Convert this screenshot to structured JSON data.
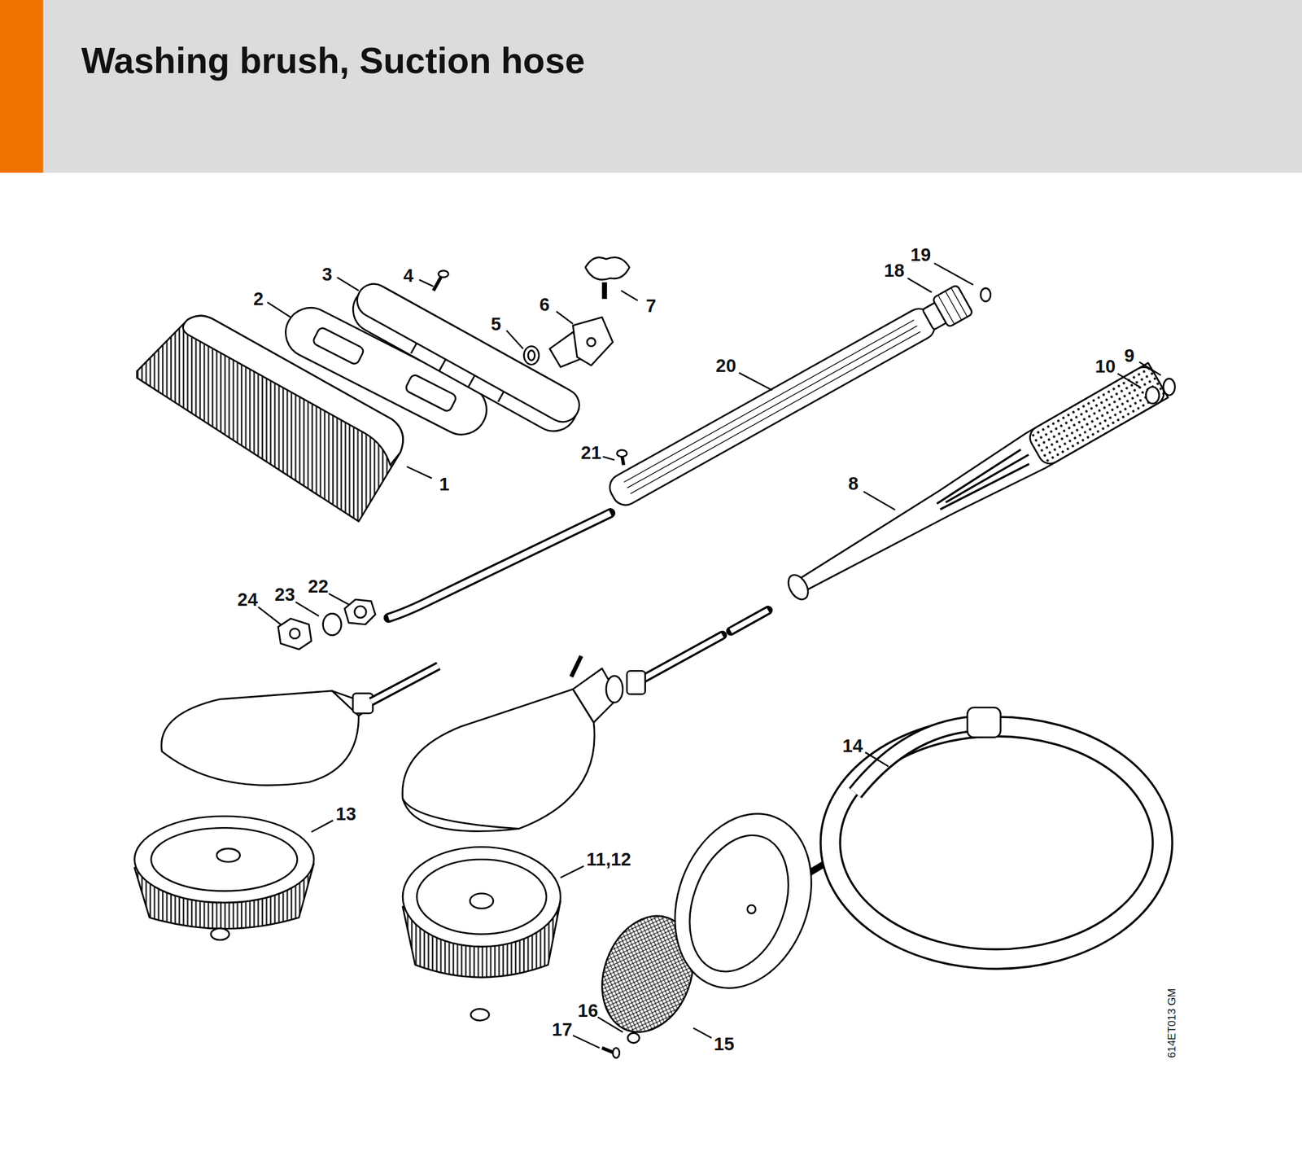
{
  "diagram": {
    "title": "Washing brush, Suction hose",
    "labels": [
      "1",
      "2",
      "3",
      "4",
      "5",
      "6",
      "7",
      "8",
      "9",
      "10",
      "11,12",
      "13",
      "14",
      "15",
      "16",
      "17",
      "18",
      "19",
      "20",
      "21",
      "22",
      "23",
      "24",
      "614ET013 GM"
    ]
  }
}
